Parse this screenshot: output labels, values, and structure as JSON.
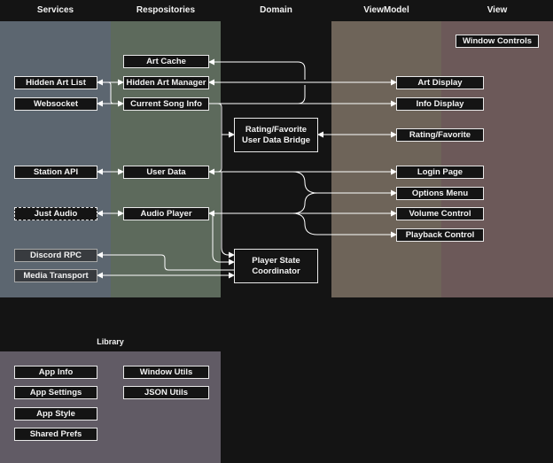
{
  "headers": {
    "services": "Services",
    "repositories": "Respositories",
    "domain": "Domain",
    "viewmodel": "ViewModel",
    "view": "View"
  },
  "colors": {
    "background": "#141414",
    "services_lane": "#5c6670",
    "repositories_lane": "#5d6a5c",
    "viewmodel_lane": "#6e6459",
    "view_lane": "#6c5959",
    "library_lane": "#615b65",
    "node_fill": "#141414",
    "node_border": "#e8e8e8",
    "connector": "#ffffff"
  },
  "services": {
    "hidden_art_list": "Hidden Art List",
    "websocket": "Websocket",
    "station_api": "Station API",
    "just_audio": "Just Audio",
    "discord_rpc": "Discord RPC",
    "media_transport": "Media Transport"
  },
  "repositories": {
    "art_cache": "Art Cache",
    "hidden_art_manager": "Hidden Art Manager",
    "current_song_info": "Current Song Info",
    "user_data": "User Data",
    "audio_player": "Audio Player"
  },
  "domain": {
    "rating_bridge": "Rating/Favorite User Data Bridge",
    "player_state": "Player State Coordinator"
  },
  "viewmodel": {
    "art_display": "Art Display",
    "info_display": "Info Display",
    "rating_favorite": "Rating/Favorite",
    "login_page": "Login Page",
    "options_menu": "Options Menu",
    "volume_control": "Volume Control",
    "playback_control": "Playback Control"
  },
  "view": {
    "window_controls": "Window Controls"
  },
  "library": {
    "title": "Library",
    "app_info": "App Info",
    "app_settings": "App Settings",
    "app_style": "App Style",
    "shared_prefs": "Shared Prefs",
    "window_utils": "Window Utils",
    "json_utils": "JSON Utils"
  }
}
